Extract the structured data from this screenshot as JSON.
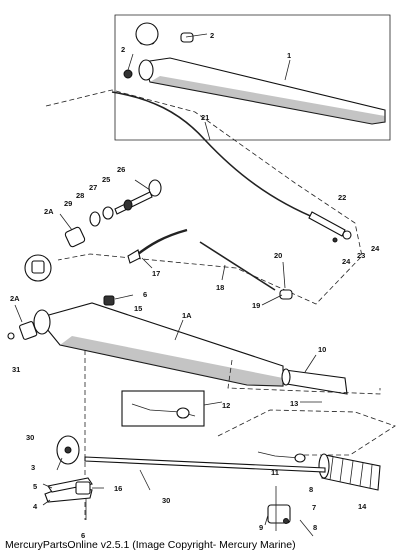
{
  "callouts": {
    "c1": "1",
    "c1a": "1A",
    "c2a": "2",
    "c2b": "2",
    "c2A1": "2A",
    "c2A2": "2A",
    "c3": "3",
    "c4": "4",
    "c5": "5",
    "c6a": "6",
    "c6b": "6",
    "c7": "7",
    "c8a": "8",
    "c8b": "8",
    "c9": "9",
    "c10": "10",
    "c11": "11",
    "c12": "12",
    "c13": "13",
    "c14": "14",
    "c15": "15",
    "c16": "16",
    "c17": "17",
    "c18": "18",
    "c19": "19",
    "c20": "20",
    "c21": "21",
    "c22": "22",
    "c23": "23",
    "c24a": "24",
    "c24b": "24",
    "c25": "25",
    "c26": "26",
    "c27": "27",
    "c28": "28",
    "c29": "29",
    "c30a": "30",
    "c30b": "30",
    "c31": "31"
  },
  "footer": "MercuryPartsOnline v2.5.1 (Image Copyright- Mercury Marine)"
}
